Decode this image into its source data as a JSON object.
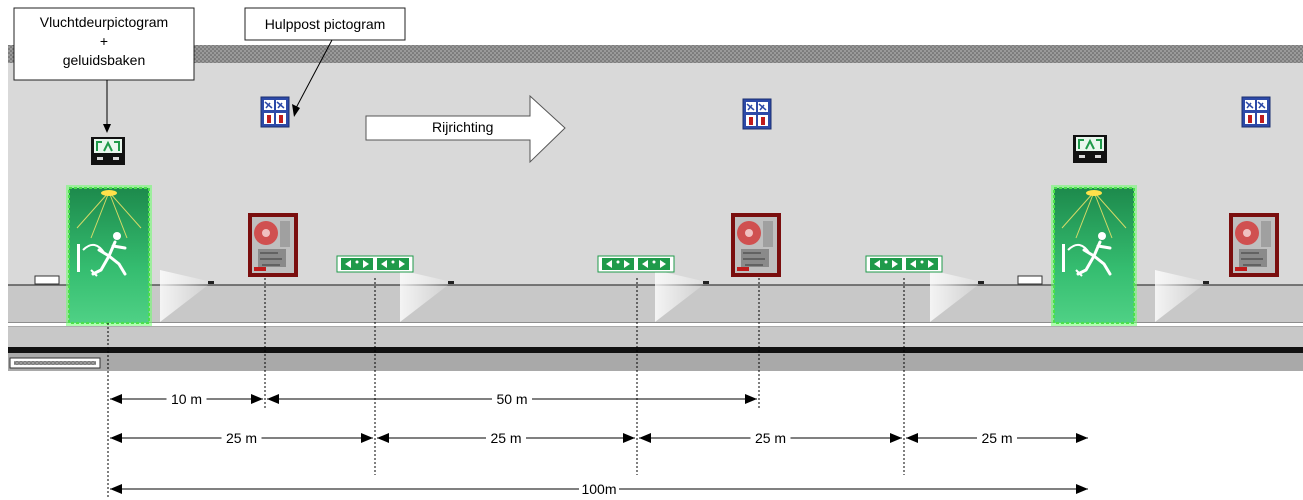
{
  "callouts": {
    "escape_door": {
      "line1": "Vluchtdeurpictogram",
      "line2": "+",
      "line3": "geluidsbaken"
    },
    "aid_post": "Hulppost pictogram"
  },
  "direction_arrow": {
    "label": "Rijrichting"
  },
  "dimensions": {
    "row1": [
      "10 m",
      "50 m"
    ],
    "row2": [
      "25 m",
      "25 m",
      "25 m",
      "25 m"
    ],
    "row3": [
      "100m"
    ]
  },
  "colors": {
    "wall": "#d9d9d9",
    "road": "#c8c8c8",
    "door_green": "#2fb36a",
    "door_glow": "#6cff6c",
    "sign_blue": "#2d4aa8",
    "cabinet_red": "#b01818",
    "sign_green": "#1f9a4a"
  },
  "icons": {
    "escape_door": "running-man-exit-icon",
    "aid_post_sign": "emergency-post-pictogram-icon",
    "aid_cabinet": "fire-hose-reel-cabinet-icon",
    "exit_direction_sign": "exit-direction-arrows-icon",
    "sound_beacon": "escape-door-pictogram-sign-icon"
  }
}
